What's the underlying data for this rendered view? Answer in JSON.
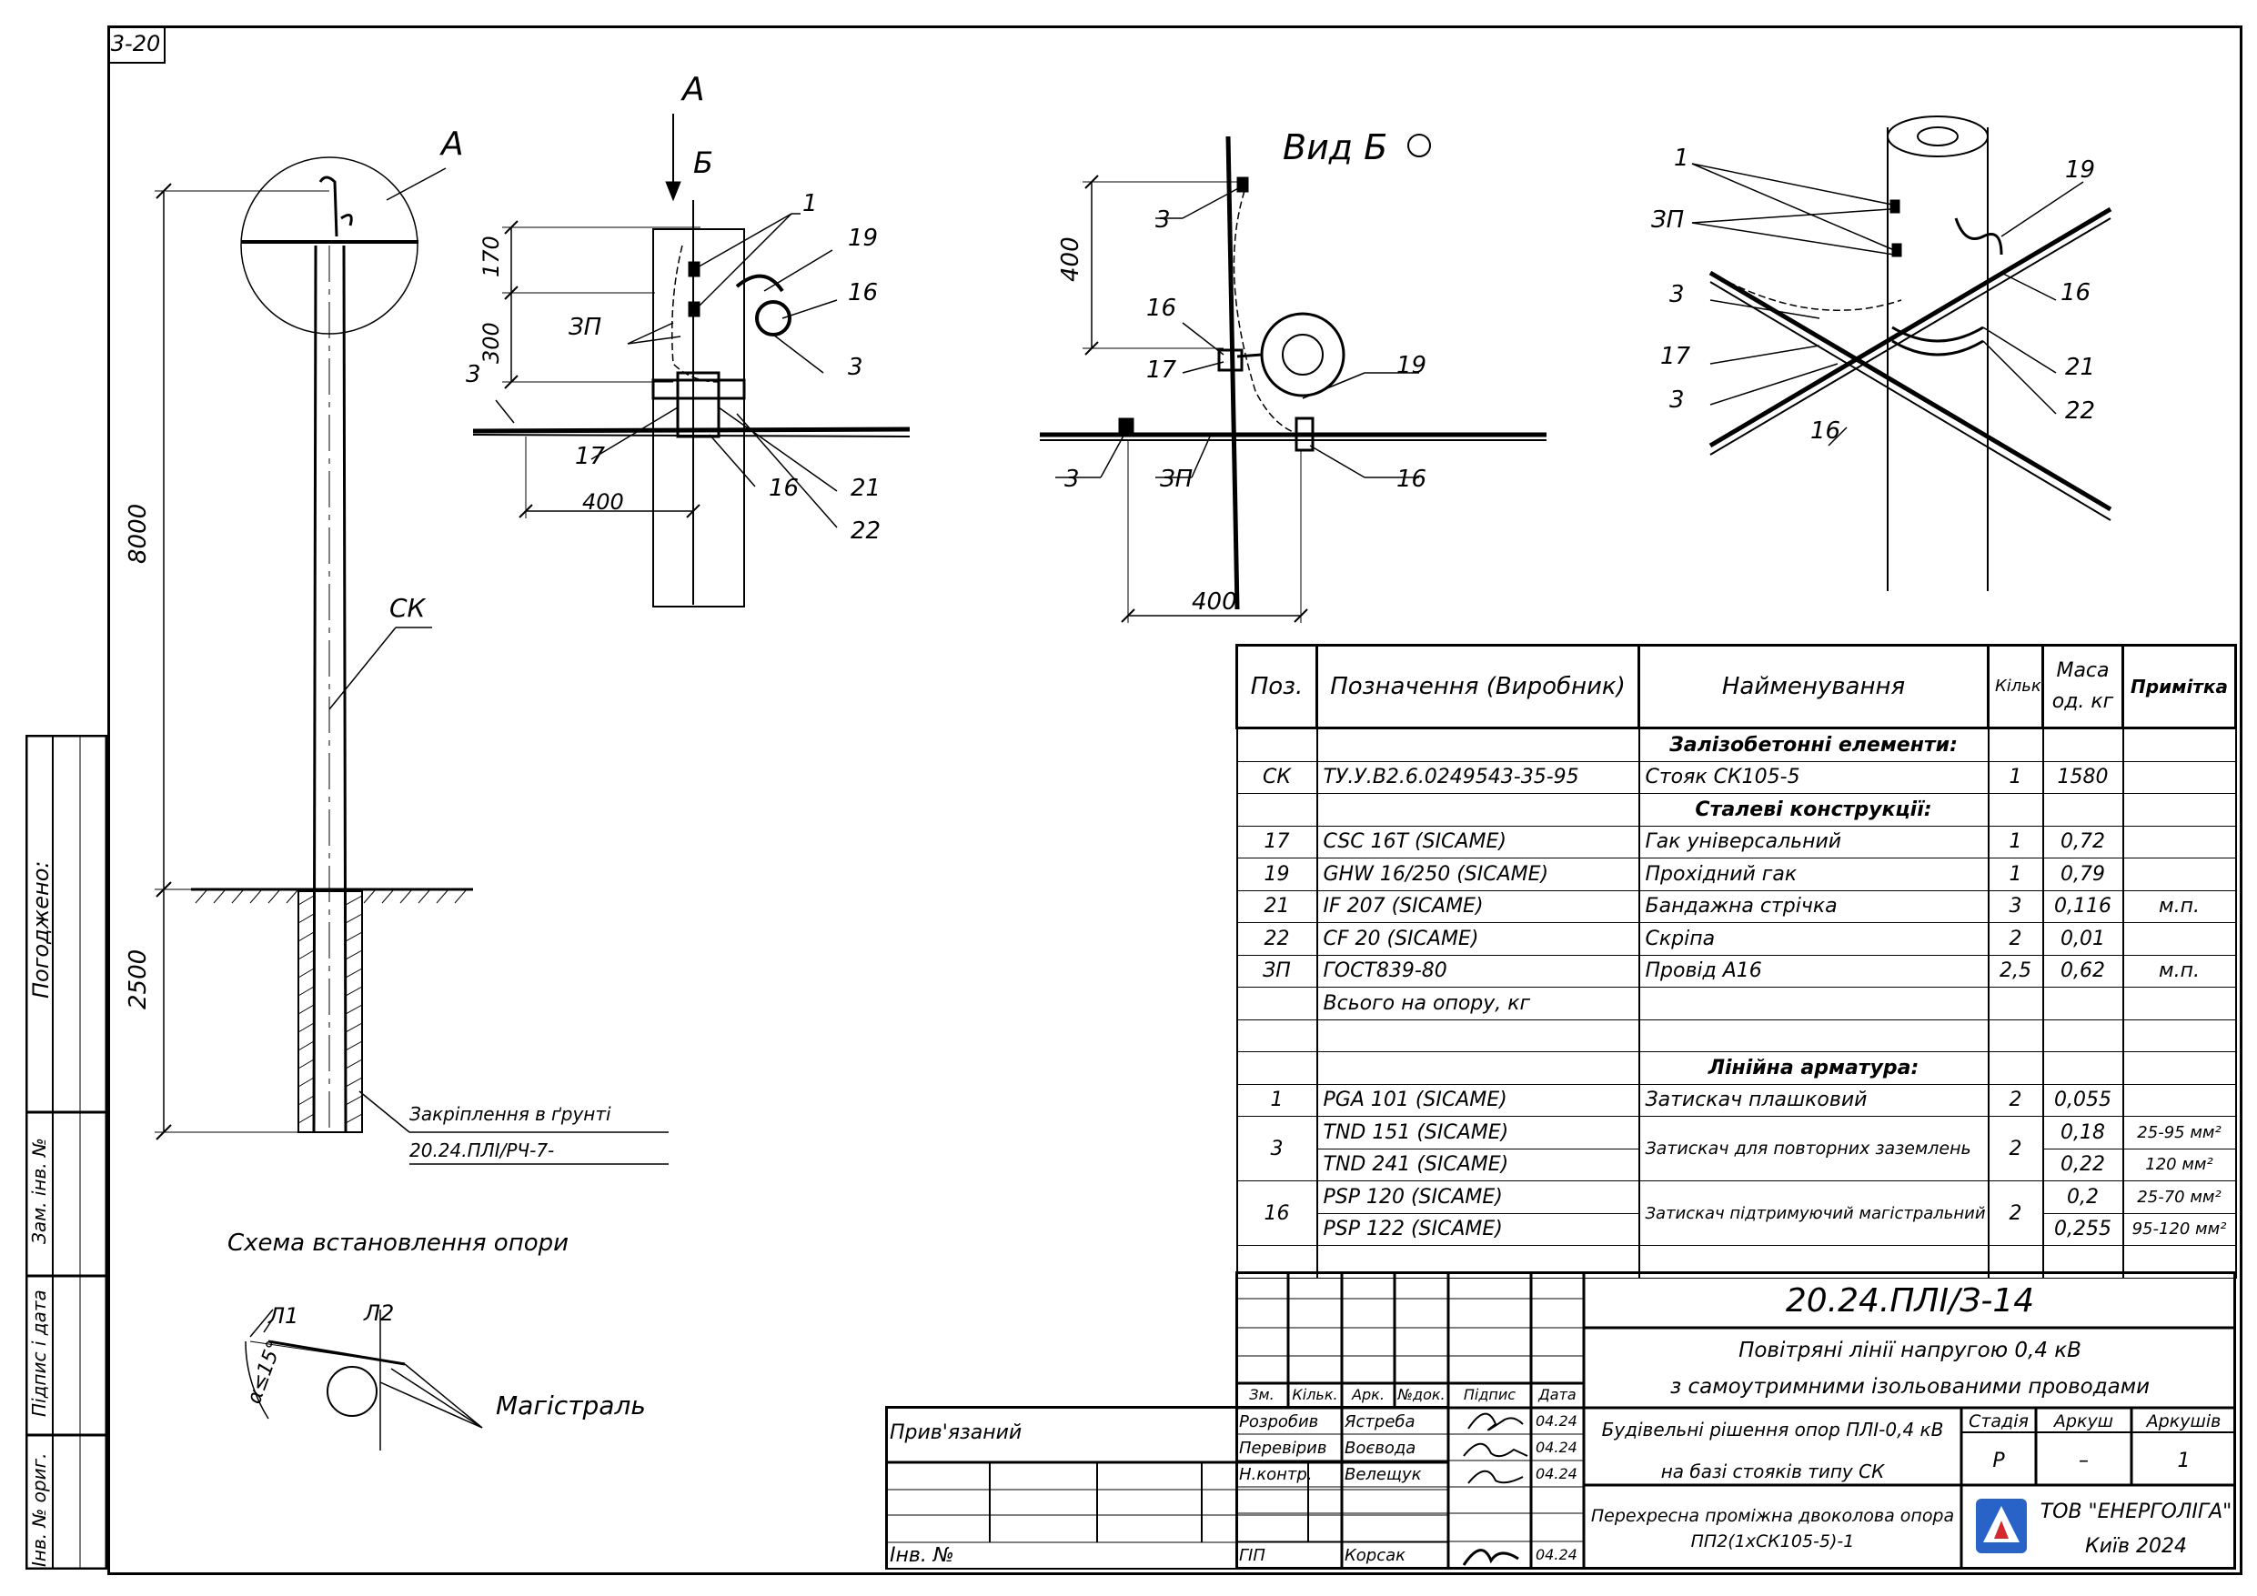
{
  "sheet_code": "3-20",
  "views": {
    "view_a_label": "А",
    "arrow_a": "А",
    "arrow_b": "Б",
    "view_b_title": "Вид Б",
    "pole_label": "СК",
    "dim_height": "8000",
    "dim_ground": "2500",
    "dim_170": "170",
    "dim_300": "300",
    "dim_400_a": "400",
    "dim_400_b": "400",
    "dim_400_c": "400",
    "grounding_label": "Закріплення в ґрунті",
    "grounding_ref": "20.24.ПЛІ/РЧ-7-",
    "scheme_title": "Схема встановлення опори",
    "l1": "Л1",
    "l2": "Л2",
    "angle": "α≤15°",
    "mainline": "Магістраль",
    "callouts": [
      "1",
      "ЗП",
      "19",
      "16",
      "3",
      "17",
      "21",
      "22"
    ]
  },
  "spec": {
    "headers": [
      "Поз.",
      "Позначення (Виробник)",
      "Найменування",
      "Кільк.",
      "Маса од. кг",
      "Примітка"
    ],
    "sections": [
      {
        "title": "Залізобетонні елементи:",
        "rows": [
          {
            "pos": "СК",
            "code": "ТУ.У.В2.6.0249543-35-95",
            "name": "Стояк СК105-5",
            "qty": "1",
            "mass": "1580",
            "note": ""
          }
        ]
      },
      {
        "title": "Сталеві конструкції:",
        "rows": [
          {
            "pos": "17",
            "code": "CSC 16T  (SICAME)",
            "name": "Гак універсальний",
            "qty": "1",
            "mass": "0,72",
            "note": ""
          },
          {
            "pos": "19",
            "code": "GHW 16/250  (SICAME)",
            "name": "Прохідний гак",
            "qty": "1",
            "mass": "0,79",
            "note": ""
          },
          {
            "pos": "21",
            "code": "IF 207  (SICAME)",
            "name": "Бандажна стрічка",
            "qty": "3",
            "mass": "0,116",
            "note": "м.п."
          },
          {
            "pos": "22",
            "code": "CF 20  (SICAME)",
            "name": "Скріпа",
            "qty": "2",
            "mass": "0,01",
            "note": ""
          },
          {
            "pos": "ЗП",
            "code": "ГОСТ839-80",
            "name": "Провід А16",
            "qty": "2,5",
            "mass": "0,62",
            "note": "м.п."
          }
        ]
      }
    ],
    "total_label": "Всього на опору, кг",
    "fittings_title": "Лінійна арматура:",
    "fittings": {
      "p1": {
        "pos": "1",
        "code": "PGA 101  (SICAME)",
        "name": "Затискач плашковий",
        "qty": "2",
        "mass": "0,055",
        "note": ""
      },
      "p3": {
        "pos": "3",
        "code1": "TND 151  (SICAME)",
        "code2": "TND 241  (SICAME)",
        "name": "Затискач для повторних заземлень",
        "qty": "2",
        "mass1": "0,18",
        "mass2": "0,22",
        "note1": "25-95 мм²",
        "note2": "120 мм²"
      },
      "p16": {
        "pos": "16",
        "code1": "PSP 120  (SICAME)",
        "code2": "PSP 122  (SICAME)",
        "name": "Затискач підтримуючий магістральний",
        "qty": "2",
        "mass1": "0,2",
        "mass2": "0,255",
        "note1": "25-70 мм²",
        "note2": "95-120 мм²"
      }
    }
  },
  "stamp": {
    "doc_code": "20.24.ПЛІ/З-14",
    "title_line1": "Повітряні лінії напругою 0,4 кВ",
    "title_line2": "з самоутримними ізольованими проводами",
    "sheet_title_1": "Будівельні рішення опор ПЛІ-0,4 кВ",
    "sheet_title_2": "на базі стояків типу СК",
    "drawing_1": "Перехресна проміжна двоколова опора",
    "drawing_2": "ПП2(1хСК105-5)-1",
    "col_stage": "Стадія",
    "col_sheet": "Аркуш",
    "col_sheets": "Аркушів",
    "stage": "Р",
    "sheet": "–",
    "sheets": "1",
    "company": "ТОВ \"ЕНЕРГОЛІГА\"",
    "city": "Київ 2024",
    "rev_headers": [
      "Зм.",
      "Кільк.",
      "Арк.",
      "№док.",
      "Підпис",
      "Дата"
    ],
    "people": [
      {
        "role": "Розробив",
        "name": "Ястреба",
        "date": "04.24"
      },
      {
        "role": "Перевірив",
        "name": "Воєвода",
        "date": "04.24"
      },
      {
        "role": "Н.контр.",
        "name": "Велещук",
        "date": "04.24"
      },
      {
        "role": "ГІП",
        "name": "Корсак",
        "date": "04.24"
      }
    ],
    "linked": "Прив'язаний",
    "inv": "Інв. №"
  },
  "left_strip": {
    "agreed": "Погоджено:",
    "inv_orig": "Інв. № ориг.",
    "sign_date": "Підпис і дата",
    "repl_inv": "Зам. інв. №"
  }
}
